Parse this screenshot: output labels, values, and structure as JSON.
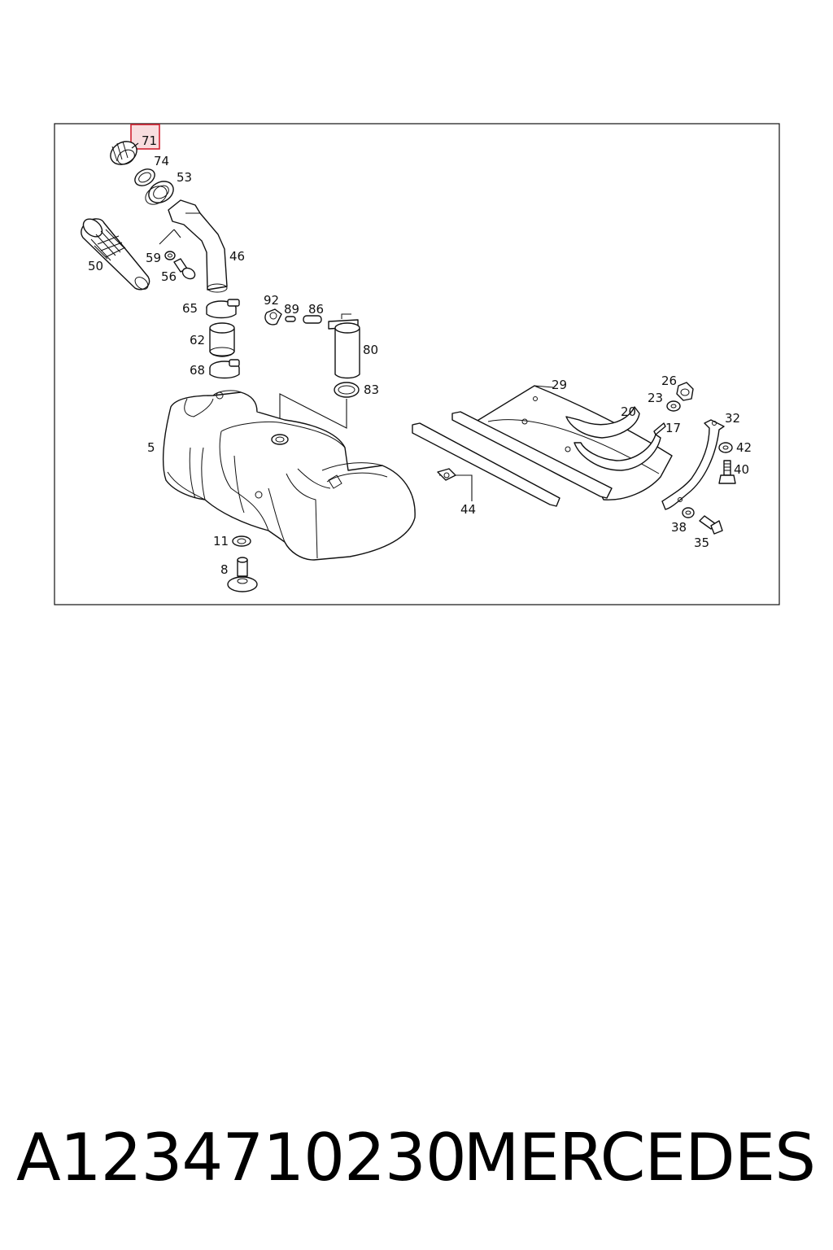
{
  "diagram": {
    "highlighted_callout": "71",
    "highlight_color": "#d02030",
    "callouts": {
      "c71": "71",
      "c74": "74",
      "c53": "53",
      "c50": "50",
      "c59": "59",
      "c56": "56",
      "c46": "46",
      "c65": "65",
      "c92": "92",
      "c89": "89",
      "c86": "86",
      "c80": "80",
      "c62": "62",
      "c68": "68",
      "c83": "83",
      "c5": "5",
      "c29": "29",
      "c26": "26",
      "c23": "23",
      "c20": "20",
      "c17": "17",
      "c32": "32",
      "c42": "42",
      "c40": "40",
      "c44": "44",
      "c38": "38",
      "c35": "35",
      "c11": "11",
      "c8": "8"
    }
  },
  "footer": {
    "part_number": "A1234710230",
    "brand": "MERCEDES"
  }
}
